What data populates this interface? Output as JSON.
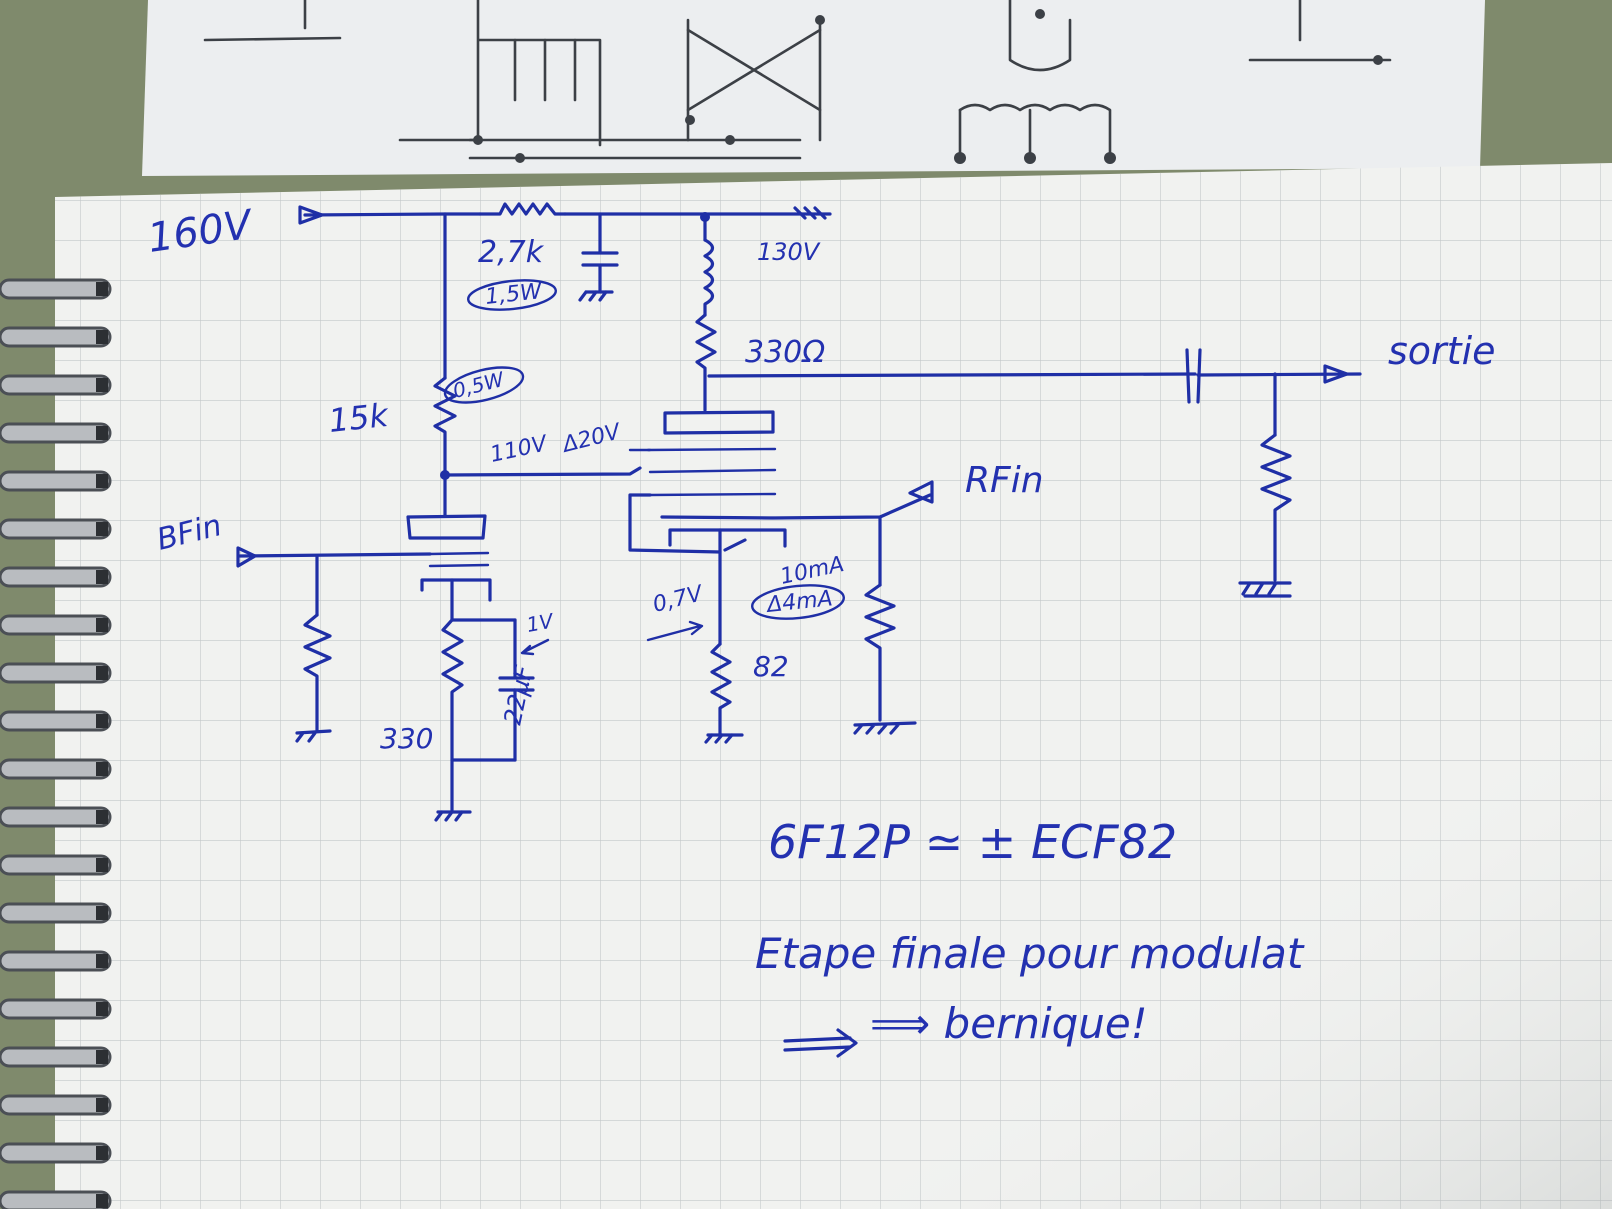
{
  "labels": {
    "supply_voltage": "160V",
    "r_dropper": "2,7k",
    "r_dropper_power": "1,5W",
    "plate_voltage": "130V",
    "r_plate": "330Ω",
    "output": "sortie",
    "r_screen": "15k",
    "r_screen_power": "0,5W",
    "screen_voltage": "110V",
    "delta_voltage": "Δ20V",
    "rf_in": "RFin",
    "bf_in": "BFin",
    "cathode_voltage_triode": "1V",
    "cathode_capacitor": "22µF",
    "cathode_resistor_triode": "330",
    "cathode_voltage_pentode": "0,7V",
    "cathode_current": "10mA",
    "cathode_delta_current": "Δ4mA",
    "cathode_resistor_pentode": "82",
    "tube_equivalence": "6F12P ≃ ± ECF82",
    "note_line1": "Etape finale pour modulat",
    "note_line2": "⟹ bernique!"
  },
  "colors": {
    "ink": "#1f2fa6",
    "paper": "#f1f2f0",
    "grid": "#c3c8c9",
    "background": "#7f8a6c"
  }
}
